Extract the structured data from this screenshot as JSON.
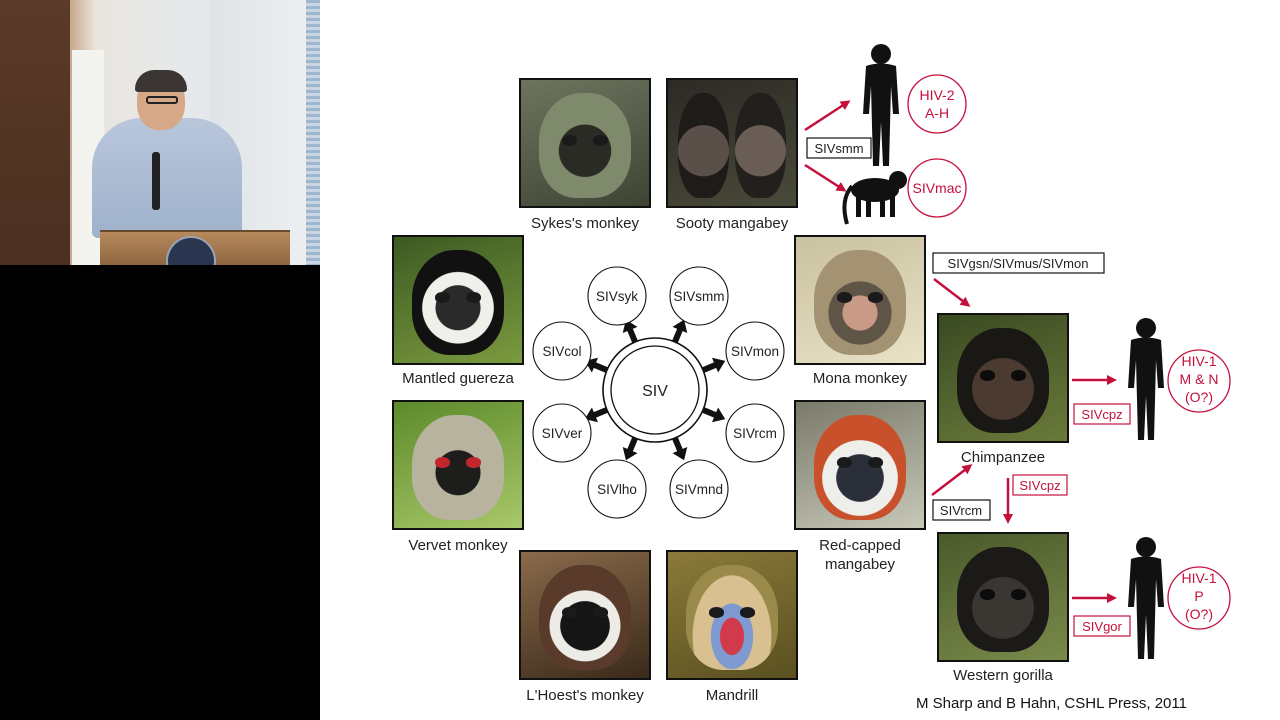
{
  "slide": {
    "citation": "M Sharp and B Hahn, CSHL Press, 2011"
  },
  "center": {
    "label": "SIV",
    "lineages": [
      "SIVsyk",
      "SIVsmm",
      "SIVmon",
      "SIVrcm",
      "SIVmnd",
      "SIVlho",
      "SIVver",
      "SIVcol"
    ]
  },
  "primates": {
    "sykes": "Sykes's monkey",
    "sooty": "Sooty mangabey",
    "guereza": "Mantled guereza",
    "mona": "Mona monkey",
    "vervet": "Vervet monkey",
    "redcapped_line1": "Red-capped",
    "redcapped_line2": "mangabey",
    "lhoest": "L'Hoest's monkey",
    "mandrill": "Mandrill",
    "chimp": "Chimpanzee",
    "gorilla": "Western gorilla"
  },
  "transmissions": {
    "sivsmm_box": "SIVsmm",
    "sivgsn_box": "SIVgsn/SIVmus/SIVmon",
    "sivrcm_box": "SIVrcm",
    "sivcpz_chimp_box": "SIVcpz",
    "sivcpz_down_box": "SIVcpz",
    "sivgor_box": "SIVgor"
  },
  "outcomes": {
    "hiv2_line1": "HIV-2",
    "hiv2_line2": "A-H",
    "sivmac": "SIVmac",
    "hiv1m_line1": "HIV-1",
    "hiv1m_line2": "M & N",
    "hiv1m_line3": "(O?)",
    "hiv1p_line1": "HIV-1",
    "hiv1p_line2": "P",
    "hiv1p_line3": "(O?)"
  },
  "colors": {
    "accent_red": "#c4103c",
    "text": "#222222"
  }
}
